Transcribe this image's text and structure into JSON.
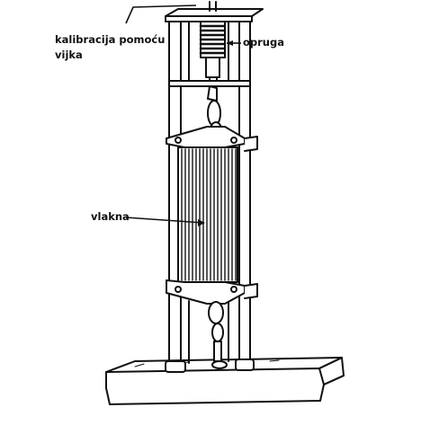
{
  "labels": {
    "calibration_line1": "kalibracija pomoću",
    "calibration_line2": "vijka",
    "spring": "opruga",
    "fibers": "vlakna"
  },
  "colors": {
    "ink": "#111111",
    "paper": "#ffffff"
  }
}
